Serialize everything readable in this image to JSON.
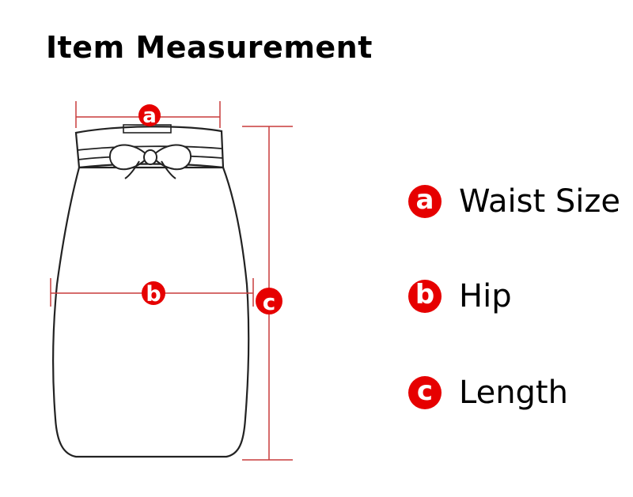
{
  "title": "Item  Measurement",
  "colors": {
    "accent": "#e60000",
    "outline": "#222222",
    "guide": "#c83c3c"
  },
  "markers": {
    "a": "a",
    "b": "b",
    "c": "c"
  },
  "legend": [
    {
      "marker": "a",
      "label": "Waist Size"
    },
    {
      "marker": "b",
      "label": "Hip"
    },
    {
      "marker": "c",
      "label": "Length"
    }
  ]
}
